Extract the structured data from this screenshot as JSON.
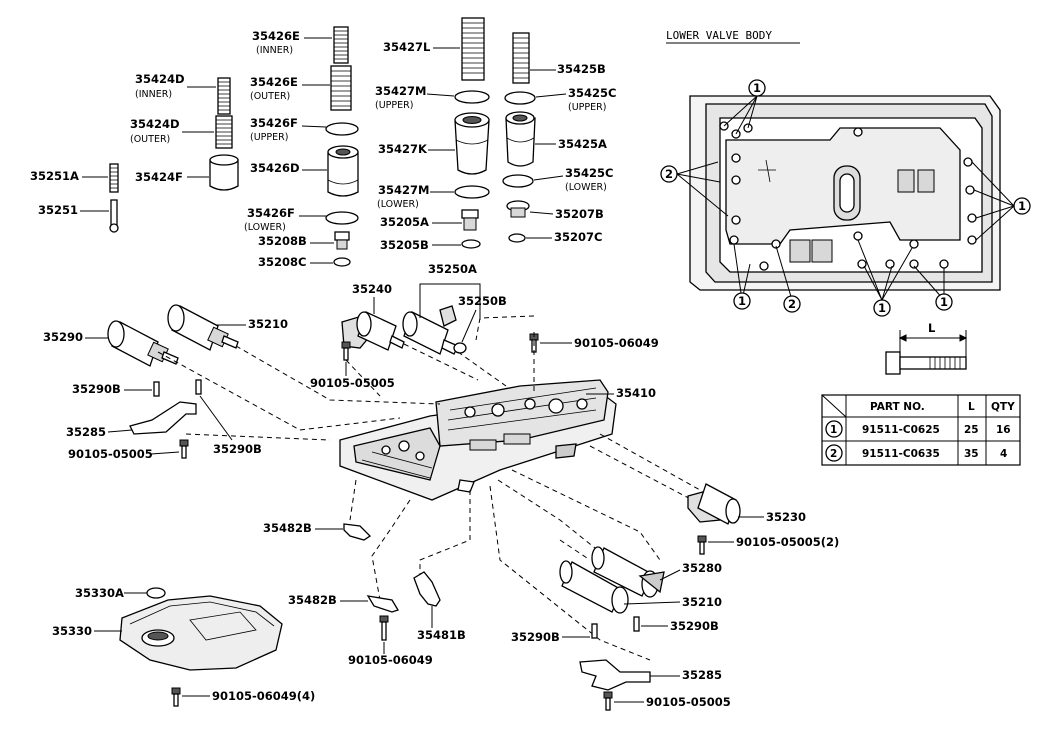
{
  "title": "LOWER VALVE BODY",
  "labels": {
    "p35426E_inner": "35426E",
    "p35426E_inner_sub": "(INNER)",
    "p35426E_outer": "35426E",
    "p35426E_outer_sub": "(OUTER)",
    "p35426F_upper": "35426F",
    "p35426F_upper_sub": "(UPPER)",
    "p35426D": "35426D",
    "p35426F_lower": "35426F",
    "p35426F_lower_sub": "(LOWER)",
    "p35208B": "35208B",
    "p35208C": "35208C",
    "p35424D_inner": "35424D",
    "p35424D_inner_sub": "(INNER)",
    "p35424D_outer": "35424D",
    "p35424D_outer_sub": "(OUTER)",
    "p35424F": "35424F",
    "p35251A": "35251A",
    "p35251": "35251",
    "p35427L": "35427L",
    "p35427M_upper": "35427M",
    "p35427M_upper_sub": "(UPPER)",
    "p35427K": "35427K",
    "p35427M_lower": "35427M",
    "p35427M_lower_sub": "(LOWER)",
    "p35205A": "35205A",
    "p35205B": "35205B",
    "p35425B": "35425B",
    "p35425C_upper": "35425C",
    "p35425C_upper_sub": "(UPPER)",
    "p35425A": "35425A",
    "p35425C_lower": "35425C",
    "p35425C_lower_sub": "(LOWER)",
    "p35207B": "35207B",
    "p35207C": "35207C",
    "p35250A": "35250A",
    "p35240": "35240",
    "p35250B": "35250B",
    "p90105_06049_top": "90105-06049",
    "p35290": "35290",
    "p35210_top": "35210",
    "p90105_05005_mid": "90105-05005",
    "p35290B_left": "35290B",
    "p35285_left": "35285",
    "p90105_05005_left": "90105-05005",
    "p35290B_mid": "35290B",
    "p35410": "35410",
    "p35230": "35230",
    "p90105_05005_2": "90105-05005(2)",
    "p35482B_a": "35482B",
    "p35482B_b": "35482B",
    "p35280": "35280",
    "p35210_bottom": "35210",
    "p35330A": "35330A",
    "p35330": "35330",
    "p35481B": "35481B",
    "p90105_06049_mid": "90105-06049",
    "p35290B_bottom": "35290B",
    "p35290B_right": "35290B",
    "p35285_right": "35285",
    "p90105_06049_4": "90105-06049(4)",
    "p90105_05005_bottom": "90105-05005",
    "dim_L": "L"
  },
  "callouts": {
    "c1": "1",
    "c2": "2"
  },
  "table": {
    "headers": [
      "PART NO.",
      "L",
      "QTY"
    ],
    "rows": [
      {
        "ref": "1",
        "part_no": "91511-C0625",
        "l": "25",
        "qty": "16"
      },
      {
        "ref": "2",
        "part_no": "91511-C0635",
        "l": "35",
        "qty": "4"
      }
    ]
  }
}
